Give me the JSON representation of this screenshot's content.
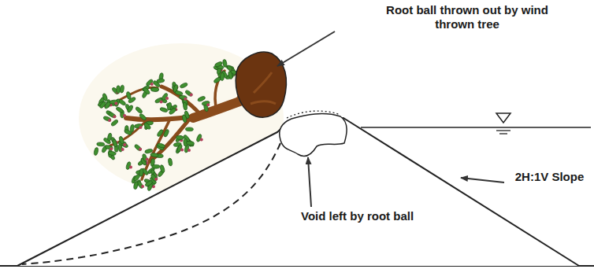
{
  "diagram": {
    "labels": [
      "Root ball thrown out by wind thrown tree",
      "Void left by root ball",
      "2H:1V Slope"
    ]
  }
}
